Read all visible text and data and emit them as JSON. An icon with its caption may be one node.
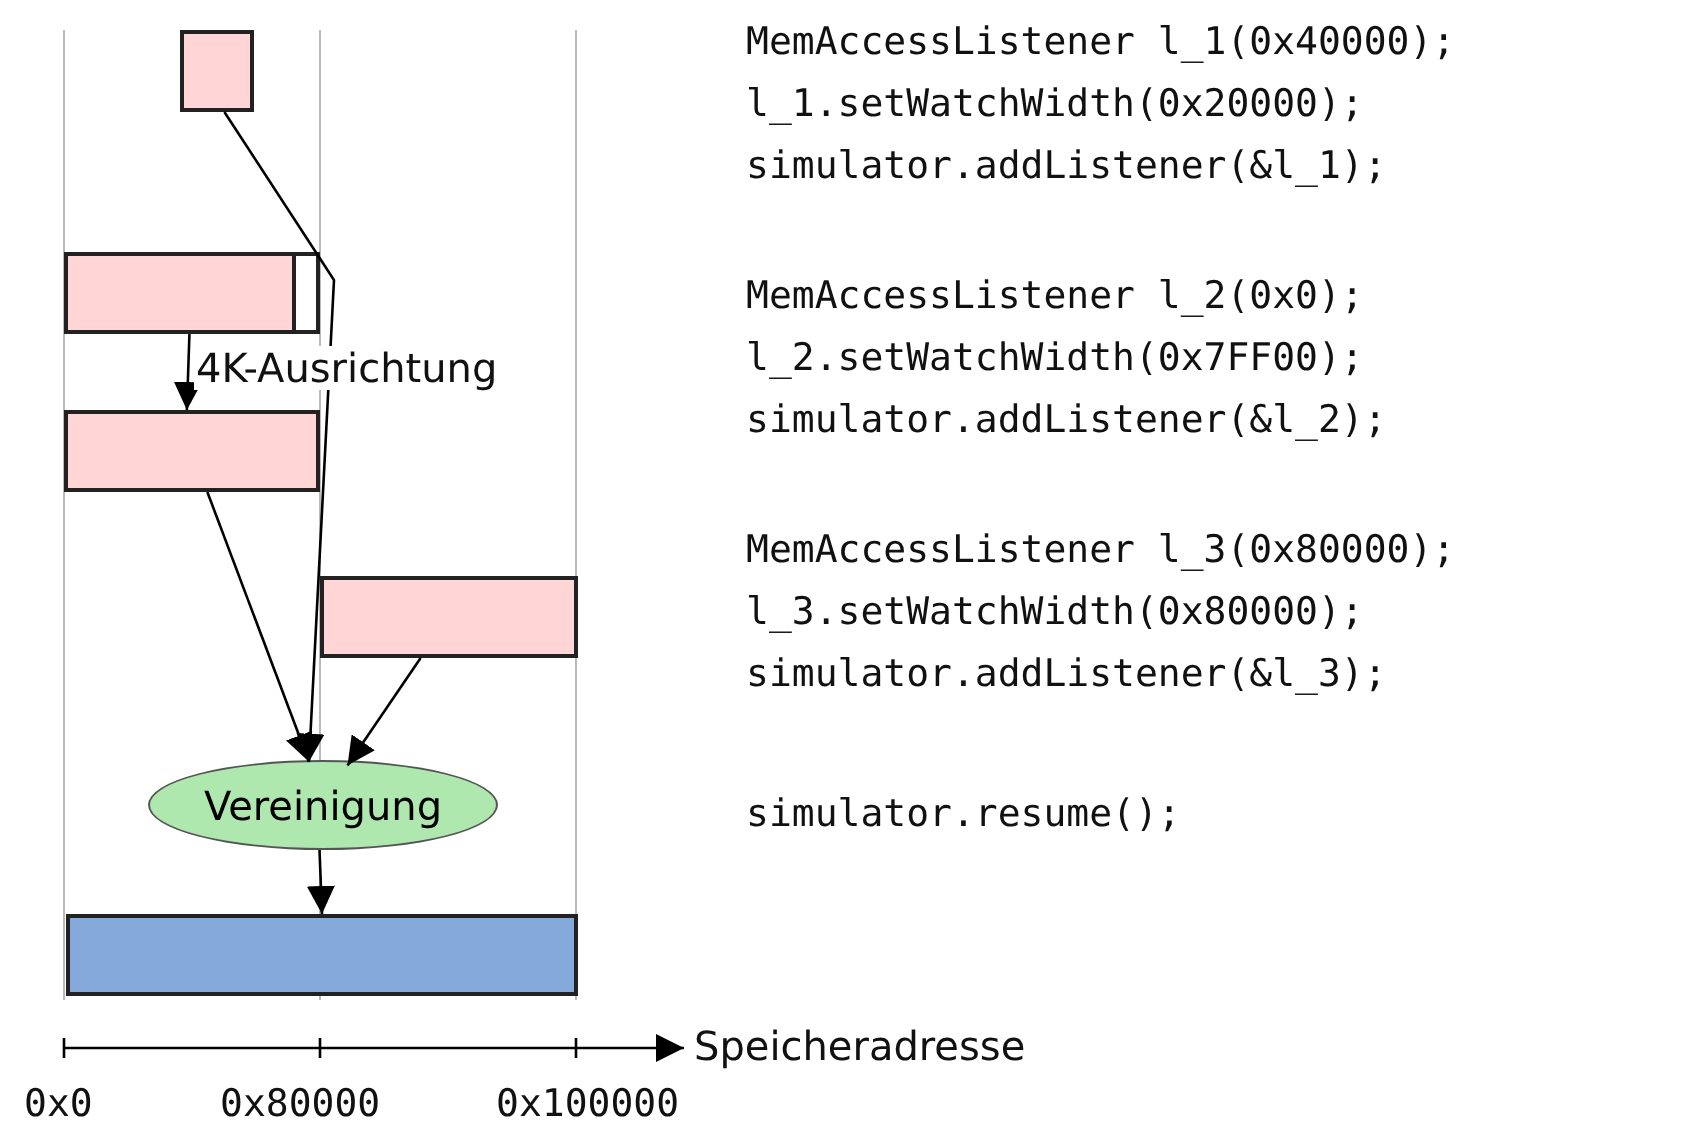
{
  "diagram": {
    "nodes": [
      {
        "text": [],
        "shape": "box"
      },
      {
        "text": [],
        "shape": "bar"
      },
      {
        "text": [],
        "shape": "bar"
      },
      {
        "text": [],
        "shape": "bar"
      },
      {
        "text": [
          "Vereinigung"
        ]
      },
      {
        "text": [],
        "shape": "bar"
      }
    ],
    "edges": [
      {
        "from": 0,
        "to": 4,
        "arrow": "to"
      },
      {
        "from": 1,
        "to": 2,
        "arrow": "to",
        "label": "4K-Ausrichtung"
      },
      {
        "from": 2,
        "to": 4,
        "arrow": "to"
      },
      {
        "from": 3,
        "to": 4,
        "arrow": "to"
      },
      {
        "from": 4,
        "to": 5,
        "arrow": "to"
      }
    ],
    "labels": [
      "MemAccessListener l_1(0x40000);",
      "l_1.setWatchWidth(0x20000);",
      "simulator.addListener(&l_1);",
      "MemAccessListener l_2(0x0);",
      "l_2.setWatchWidth(0x7FF00);",
      "simulator.addListener(&l_2);",
      "MemAccessListener l_3(0x80000);",
      "l_3.setWatchWidth(0x80000);",
      "simulator.addListener(&l_3);",
      "simulator.resume();",
      "Speicheradresse",
      "0x0",
      "0x80000",
      "0x100000"
    ]
  }
}
